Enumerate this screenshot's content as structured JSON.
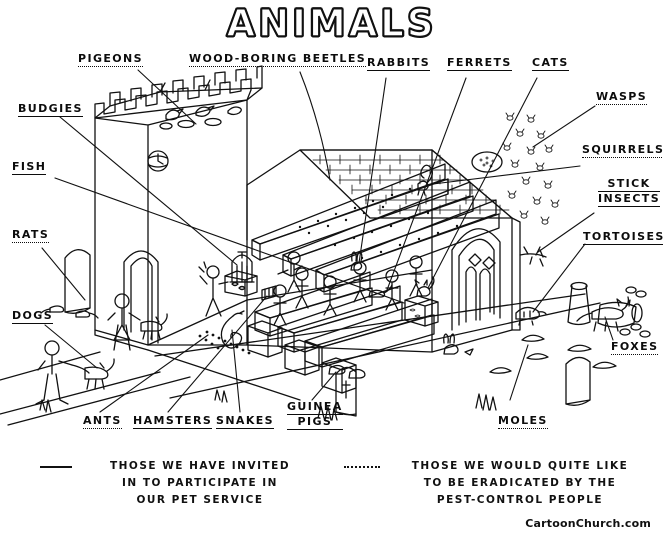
{
  "cartoon": {
    "title": "ANIMALS",
    "credit": "CartoonChurch.com",
    "scene_description": "Cutaway drawing of a church with a battlemented tower, tiled roof and congregation in pews, labelled with animals"
  },
  "labels": [
    {
      "id": "pigeons",
      "text": "PIGEONS",
      "underline": "dotted"
    },
    {
      "id": "wood-boring-beetles",
      "text": "WOOD-BORING BEETLES",
      "underline": "dotted"
    },
    {
      "id": "rabbits",
      "text": "RABBITS",
      "underline": "solid"
    },
    {
      "id": "ferrets",
      "text": "FERRETS",
      "underline": "solid"
    },
    {
      "id": "cats",
      "text": "CATS",
      "underline": "solid"
    },
    {
      "id": "wasps",
      "text": "WASPS",
      "underline": "dotted"
    },
    {
      "id": "budgies",
      "text": "BUDGIES",
      "underline": "solid"
    },
    {
      "id": "squirrels",
      "text": "SQUIRRELS",
      "underline": "dotted"
    },
    {
      "id": "fish",
      "text": "FISH",
      "underline": "solid"
    },
    {
      "id": "stick-insects-1",
      "text": "STICK",
      "underline": "solid"
    },
    {
      "id": "stick-insects-2",
      "text": "INSECTS",
      "underline": "solid"
    },
    {
      "id": "rats",
      "text": "RATS",
      "underline": "dotted"
    },
    {
      "id": "tortoises",
      "text": "TORTOISES",
      "underline": "solid"
    },
    {
      "id": "dogs",
      "text": "DOGS",
      "underline": "solid"
    },
    {
      "id": "foxes",
      "text": "FOXES",
      "underline": "dotted"
    },
    {
      "id": "ants",
      "text": "ANTS",
      "underline": "dotted"
    },
    {
      "id": "hamsters",
      "text": "HAMSTERS",
      "underline": "solid"
    },
    {
      "id": "snakes",
      "text": "SNAKES",
      "underline": "solid"
    },
    {
      "id": "guinea-pigs-1",
      "text": "GUINEA",
      "underline": "solid"
    },
    {
      "id": "guinea-pigs-2",
      "text": "PIGS",
      "underline": "solid"
    },
    {
      "id": "moles",
      "text": "MOLES",
      "underline": "dotted"
    }
  ],
  "legend": {
    "invited": {
      "key": "solid-line",
      "line1": "THOSE WE HAVE INVITED",
      "line2": "IN TO PARTICIPATE IN",
      "line3": "OUR PET SERVICE"
    },
    "eradicated": {
      "key": "dotted-line",
      "line1": "THOSE WE WOULD QUITE LIKE",
      "line2": "TO BE ERADICATED BY THE",
      "line3": "PEST-CONTROL PEOPLE"
    }
  },
  "colors": {
    "ink": "#111111",
    "paper": "#ffffff"
  }
}
